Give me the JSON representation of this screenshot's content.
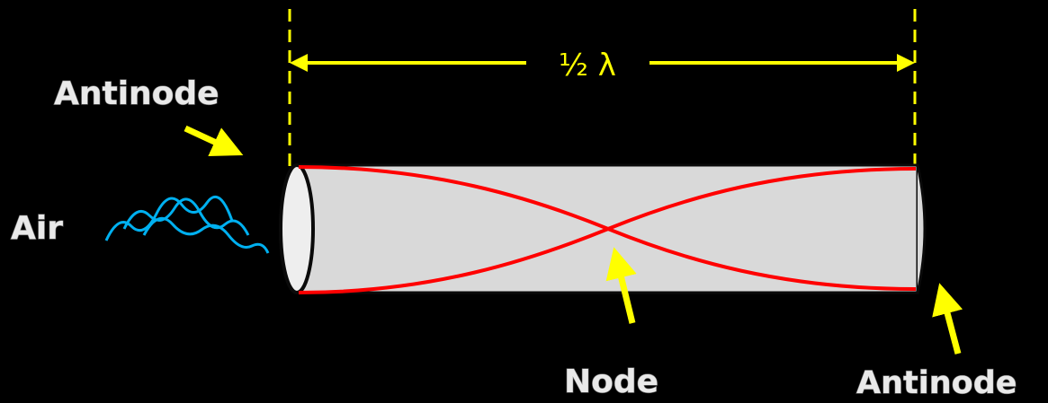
{
  "labels": {
    "half_wavelength": "½ λ",
    "antinode_left": "Antinode",
    "air": "Air",
    "node": "Node",
    "antinode_right": "Antinode"
  },
  "colors": {
    "background": "#000000",
    "tube_fill": "#d9d9d9",
    "tube_outline": "#0a0a0a",
    "tube_end": "#eeeeee",
    "wave_envelope": "#ff0000",
    "annotation": "#ffff00",
    "air_wave": "#00b0f0",
    "label_text": "#e9e9e9"
  },
  "icons": {
    "dimension_arrow": "double-headed-arrow",
    "pointer_arrow": "arrow",
    "air_flow": "wavy-lines"
  }
}
